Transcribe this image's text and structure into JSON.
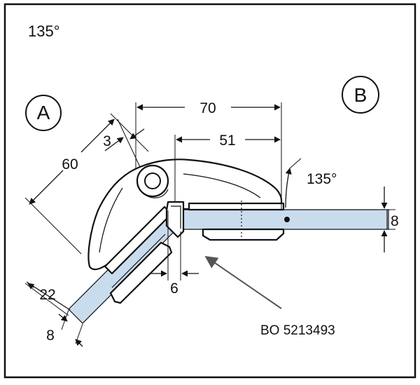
{
  "drawing": {
    "angle_title": "135°",
    "side_a": "A",
    "side_b": "B",
    "angle_label": "135°",
    "article_code": "BO 5213493",
    "colors": {
      "frame": "#111111",
      "glass": "#c9dcee",
      "background": "#ffffff"
    }
  },
  "dimensions": {
    "d70": "70",
    "d51": "51",
    "d60": "60",
    "d3": "3",
    "d8_right": "8",
    "d22": "22",
    "d8_left": "8",
    "d6": "6"
  }
}
